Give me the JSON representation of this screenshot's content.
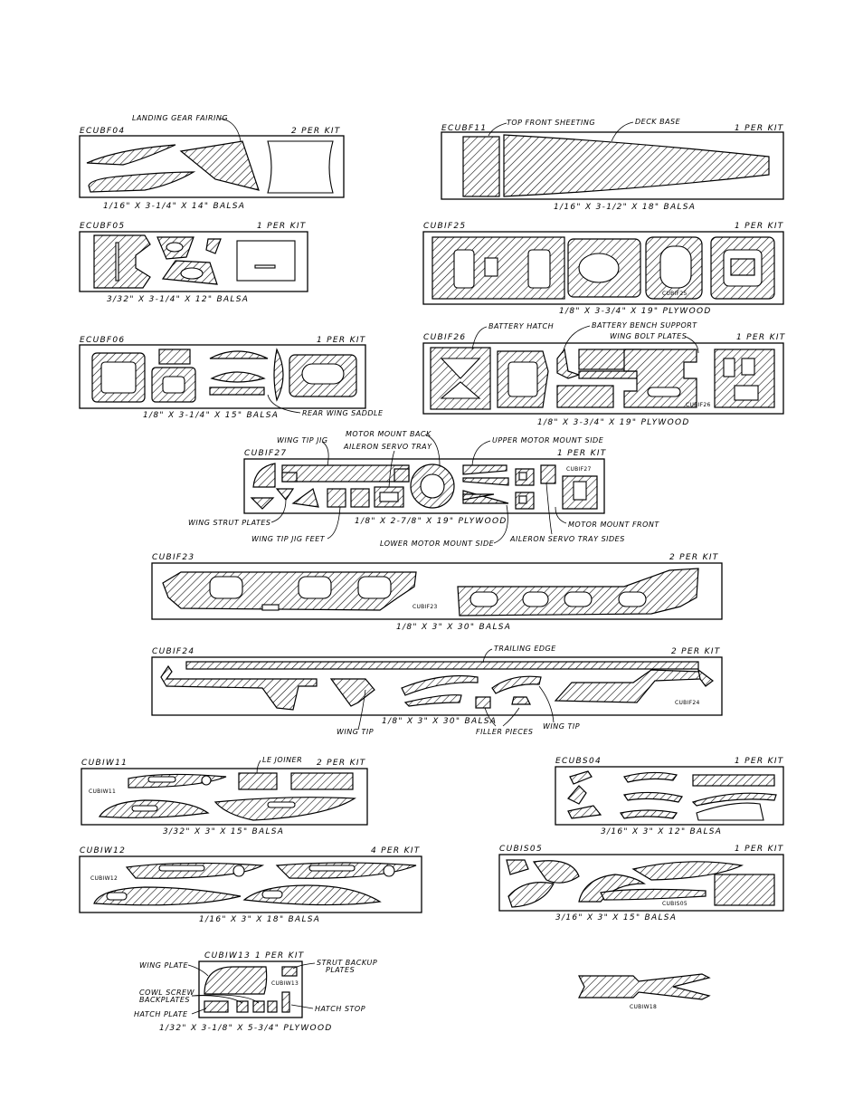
{
  "colors": {
    "line": "#000000",
    "background": "#ffffff"
  },
  "sheets": {
    "ecubf04": {
      "code": "ECUBF04",
      "qty": "2 PER KIT",
      "stock": "1/16\" X 3-1/4\" X 14\" BALSA",
      "callouts": {
        "landing_gear_fairing": "LANDING GEAR FAIRING"
      }
    },
    "ecubf11": {
      "code": "ECUBF11",
      "qty": "1 PER KIT",
      "stock": "1/16\" X 3-1/2\" X 18\" BALSA",
      "callouts": {
        "top_front_sheeting": "TOP FRONT SHEETING",
        "deck_base": "DECK BASE"
      }
    },
    "ecubf05": {
      "code": "ECUBF05",
      "qty": "1 PER KIT",
      "stock": "3/32\" X 3-1/4\" X 12\" BALSA"
    },
    "cubif25": {
      "code": "CUBIF25",
      "qty": "1 PER KIT",
      "stock": "1/8\" X 3-3/4\" X 19\" PLYWOOD",
      "stamp": "CUBIF25"
    },
    "ecubf06": {
      "code": "ECUBF06",
      "qty": "1 PER KIT",
      "stock": "1/8\" X 3-1/4\" X 15\" BALSA",
      "callouts": {
        "rear_wing_saddle": "REAR WING SADDLE"
      }
    },
    "cubif26": {
      "code": "CUBIF26",
      "qty": "1 PER KIT",
      "stock": "1/8\" X 3-3/4\" X 19\" PLYWOOD",
      "stamp": "CUBIF26",
      "callouts": {
        "battery_hatch": "BATTERY HATCH",
        "battery_bench_support": "BATTERY BENCH SUPPORT",
        "wing_bolt_plates": "WING BOLT PLATES"
      }
    },
    "cubif27": {
      "code": "CUBIF27",
      "qty": "1 PER KIT",
      "stock": "1/8\" X 2-7/8\" X 19\" PLYWOOD",
      "stamp": "CUBIF27",
      "callouts": {
        "wing_tip_jig": "WING TIP JIG",
        "motor_mount_back": "MOTOR MOUNT BACK",
        "aileron_servo_tray": "AILERON SERVO TRAY",
        "upper_motor_mount_side": "UPPER MOTOR MOUNT SIDE",
        "wing_strut_plates": "WING STRUT PLATES",
        "wing_tip_jig_feet": "WING TIP JIG FEET",
        "lower_motor_mount_side": "LOWER MOTOR MOUNT SIDE",
        "aileron_servo_tray_sides": "AILERON SERVO TRAY SIDES",
        "motor_mount_front": "MOTOR MOUNT FRONT"
      }
    },
    "cubif23": {
      "code": "CUBIF23",
      "qty": "2 PER KIT",
      "stock": "1/8\" X 3\" X 30\" BALSA",
      "stamp": "CUBIF23"
    },
    "cubif24": {
      "code": "CUBIF24",
      "qty": "2 PER KIT",
      "stock": "1/8\" X 3\" X 30\" BALSA",
      "stamp": "CUBIF24",
      "callouts": {
        "trailing_edge": "TRAILING EDGE",
        "wing_tip_left": "WING TIP",
        "filler_pieces": "FILLER PIECES",
        "wing_tip_right": "WING TIP"
      }
    },
    "cubiw11": {
      "code": "CUBIW11",
      "qty": "2 PER KIT",
      "stock": "3/32\" X 3\" X 15\" BALSA",
      "stamp": "CUBIW11",
      "callouts": {
        "le_joiner": "LE JOINER"
      }
    },
    "ecubs04": {
      "code": "ECUBS04",
      "qty": "1 PER KIT",
      "stock": "3/16\" X 3\" X 12\" BALSA"
    },
    "cubiw12": {
      "code": "CUBIW12",
      "qty": "4 PER KIT",
      "stock": "1/16\" X 3\" X 18\" BALSA",
      "stamp": "CUBIW12"
    },
    "cubis05": {
      "code": "CUBIS05",
      "qty": "1 PER KIT",
      "stock": "3/16\" X 3\" X 15\" BALSA",
      "stamp": "CUBIS05"
    },
    "cubiw13": {
      "code": "CUBIW13",
      "qty": "1 PER KIT",
      "stock": "1/32\" X 3-1/8\" X 5-3/4\" PLYWOOD",
      "stamp": "CUBIW13",
      "callouts": {
        "wing_plate": "WING PLATE",
        "cowl_screw_1": "COWL SCREW",
        "cowl_screw_2": "BACKPLATES",
        "hatch_plate": "HATCH PLATE",
        "strut_backup_1": "STRUT BACKUP",
        "strut_backup_2": "PLATES",
        "hatch_stop": "HATCH STOP"
      }
    },
    "cubiw18": {
      "stamp": "CUBIW18"
    }
  }
}
